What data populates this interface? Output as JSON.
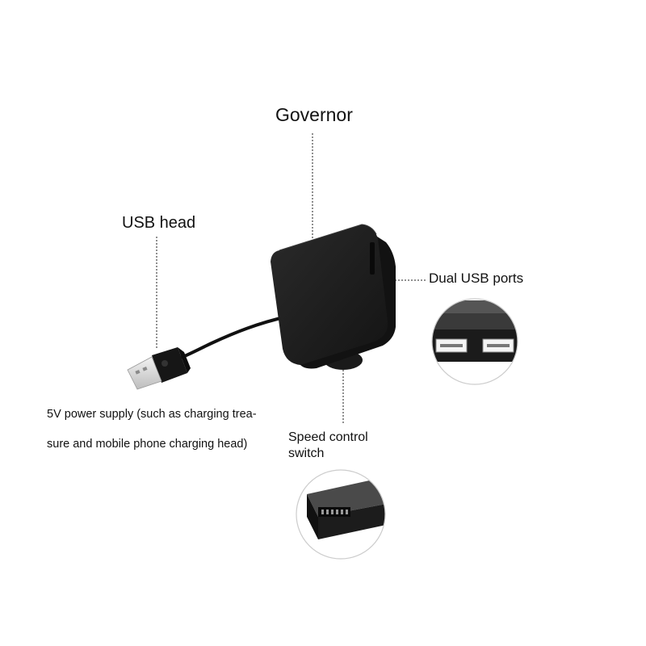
{
  "labels": {
    "governor": "Governor",
    "usb_head": "USB head",
    "dual_usb_ports": "Dual USB ports",
    "power_supply_line1": "5V power supply (such as charging trea-",
    "power_supply_line2": "sure and mobile phone charging head)",
    "speed_control_line1": "Speed control",
    "speed_control_line2": "switch"
  },
  "colors": {
    "device_body": "#1c1c1c",
    "device_highlight": "#2e2e2e",
    "cable": "#111111",
    "usb_plug_metal": "#e4e4e4",
    "callout_border": "#cccccc",
    "leader_line": "#222222",
    "text": "#111111"
  },
  "icons": {
    "usb_plug": "usb-plug-icon",
    "usb_port": "usb-port-icon",
    "thumbwheel": "thumbwheel-icon"
  }
}
